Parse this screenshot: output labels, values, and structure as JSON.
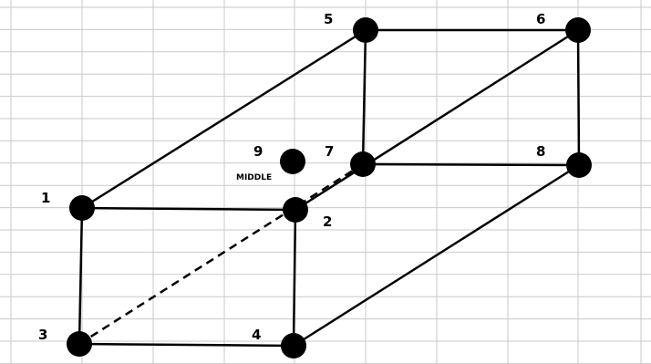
{
  "colors": {
    "background": "#ffffff",
    "grid": "#c9c9c9",
    "edge": "#000000",
    "node": "#000000"
  },
  "nodes": [
    {
      "id": "1",
      "label": "1"
    },
    {
      "id": "2",
      "label": "2"
    },
    {
      "id": "3",
      "label": "3"
    },
    {
      "id": "4",
      "label": "4"
    },
    {
      "id": "5",
      "label": "5"
    },
    {
      "id": "6",
      "label": "6"
    },
    {
      "id": "7",
      "label": "7"
    },
    {
      "id": "8",
      "label": "8"
    },
    {
      "id": "9",
      "label": "9",
      "caption": "MIDDLE"
    }
  ],
  "edges": [
    {
      "from": "1",
      "to": "2",
      "style": "solid"
    },
    {
      "from": "1",
      "to": "3",
      "style": "solid"
    },
    {
      "from": "2",
      "to": "4",
      "style": "solid"
    },
    {
      "from": "3",
      "to": "4",
      "style": "solid"
    },
    {
      "from": "5",
      "to": "6",
      "style": "solid"
    },
    {
      "from": "5",
      "to": "7",
      "style": "solid"
    },
    {
      "from": "6",
      "to": "8",
      "style": "solid"
    },
    {
      "from": "7",
      "to": "8",
      "style": "solid"
    },
    {
      "from": "1",
      "to": "5",
      "style": "solid"
    },
    {
      "from": "2",
      "to": "6",
      "style": "solid"
    },
    {
      "from": "4",
      "to": "8",
      "style": "solid"
    },
    {
      "from": "3",
      "to": "7",
      "style": "dashed"
    }
  ]
}
